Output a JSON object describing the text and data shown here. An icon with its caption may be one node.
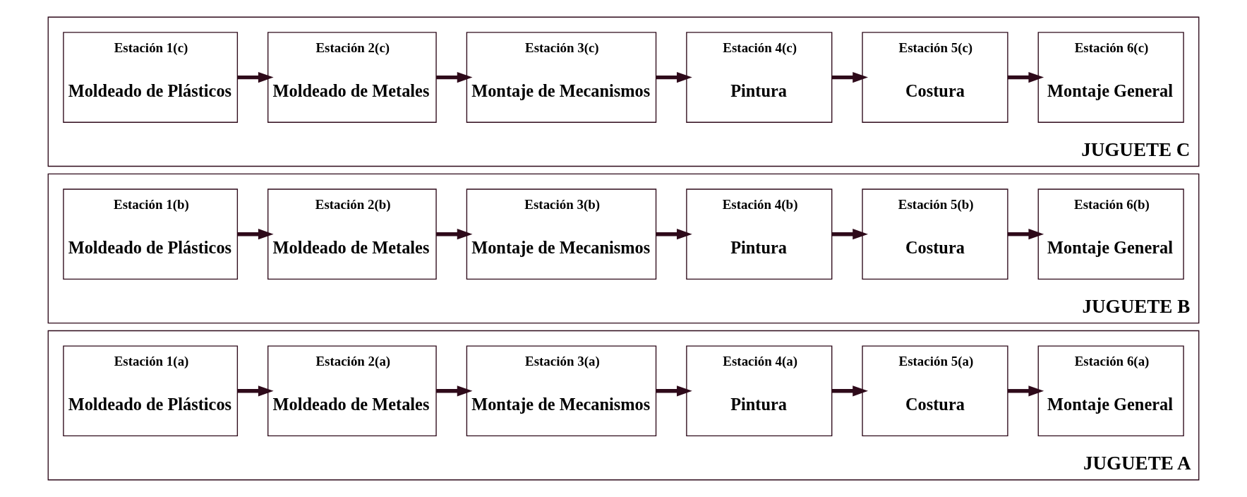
{
  "diagram": {
    "nodes": [
      {
        "text": [
          "JUGUETE A"
        ]
      },
      {
        "text": [
          "Estación 1(a)",
          "Moldeado de Plásticos"
        ],
        "in": 0
      },
      {
        "text": [
          "Estación 2(a)",
          "Moldeado de Metales"
        ],
        "in": 0
      },
      {
        "text": [
          "Estación 3(a)",
          "Montaje de Mecanismos"
        ],
        "in": 0
      },
      {
        "text": [
          "Estación 4(a)",
          "Pintura"
        ],
        "in": 0
      },
      {
        "text": [
          "Estación 5(a)",
          "Costura"
        ],
        "in": 0
      },
      {
        "text": [
          "Estación 6(a)",
          "Montaje General"
        ],
        "in": 0
      },
      {
        "text": [
          "JUGUETE B"
        ]
      },
      {
        "text": [
          "Estación 1(b)",
          "Moldeado de Plásticos"
        ],
        "in": 7
      },
      {
        "text": [
          "Estación 2(b)",
          "Moldeado de Metales"
        ],
        "in": 7
      },
      {
        "text": [
          "Estación 3(b)",
          "Montaje de Mecanismos"
        ],
        "in": 7
      },
      {
        "text": [
          "Estación 4(b)",
          "Pintura"
        ],
        "in": 7
      },
      {
        "text": [
          "Estación 5(b)",
          "Costura"
        ],
        "in": 7
      },
      {
        "text": [
          "Estación 6(b)",
          "Montaje General"
        ],
        "in": 7
      },
      {
        "text": [
          "JUGUETE C"
        ]
      },
      {
        "text": [
          "Estación 1(c)",
          "Moldeado de Plásticos"
        ],
        "in": 14
      },
      {
        "text": [
          "Estación 2(c)",
          "Moldeado de Metales"
        ],
        "in": 14
      },
      {
        "text": [
          "Estación 3(c)",
          "Montaje de Mecanismos"
        ],
        "in": 14
      },
      {
        "text": [
          "Estación 4(c)",
          "Pintura"
        ],
        "in": 14
      },
      {
        "text": [
          "Estación 5(c)",
          "Costura"
        ],
        "in": 14
      },
      {
        "text": [
          "Estación 6(c)",
          "Montaje General"
        ],
        "in": 14
      }
    ],
    "edges": [
      {
        "from": 1,
        "to": 2,
        "arrow": "to"
      },
      {
        "from": 2,
        "to": 3,
        "arrow": "to"
      },
      {
        "from": 3,
        "to": 4,
        "arrow": "to"
      },
      {
        "from": 4,
        "to": 5,
        "arrow": "to"
      },
      {
        "from": 5,
        "to": 6,
        "arrow": "to"
      },
      {
        "from": 8,
        "to": 9,
        "arrow": "to"
      },
      {
        "from": 9,
        "to": 10,
        "arrow": "to"
      },
      {
        "from": 10,
        "to": 11,
        "arrow": "to"
      },
      {
        "from": 11,
        "to": 12,
        "arrow": "to"
      },
      {
        "from": 12,
        "to": 13,
        "arrow": "to"
      },
      {
        "from": 15,
        "to": 16,
        "arrow": "to"
      },
      {
        "from": 16,
        "to": 17,
        "arrow": "to"
      },
      {
        "from": 17,
        "to": 18,
        "arrow": "to"
      },
      {
        "from": 18,
        "to": 19,
        "arrow": "to"
      },
      {
        "from": 19,
        "to": 20,
        "arrow": "to"
      }
    ]
  }
}
